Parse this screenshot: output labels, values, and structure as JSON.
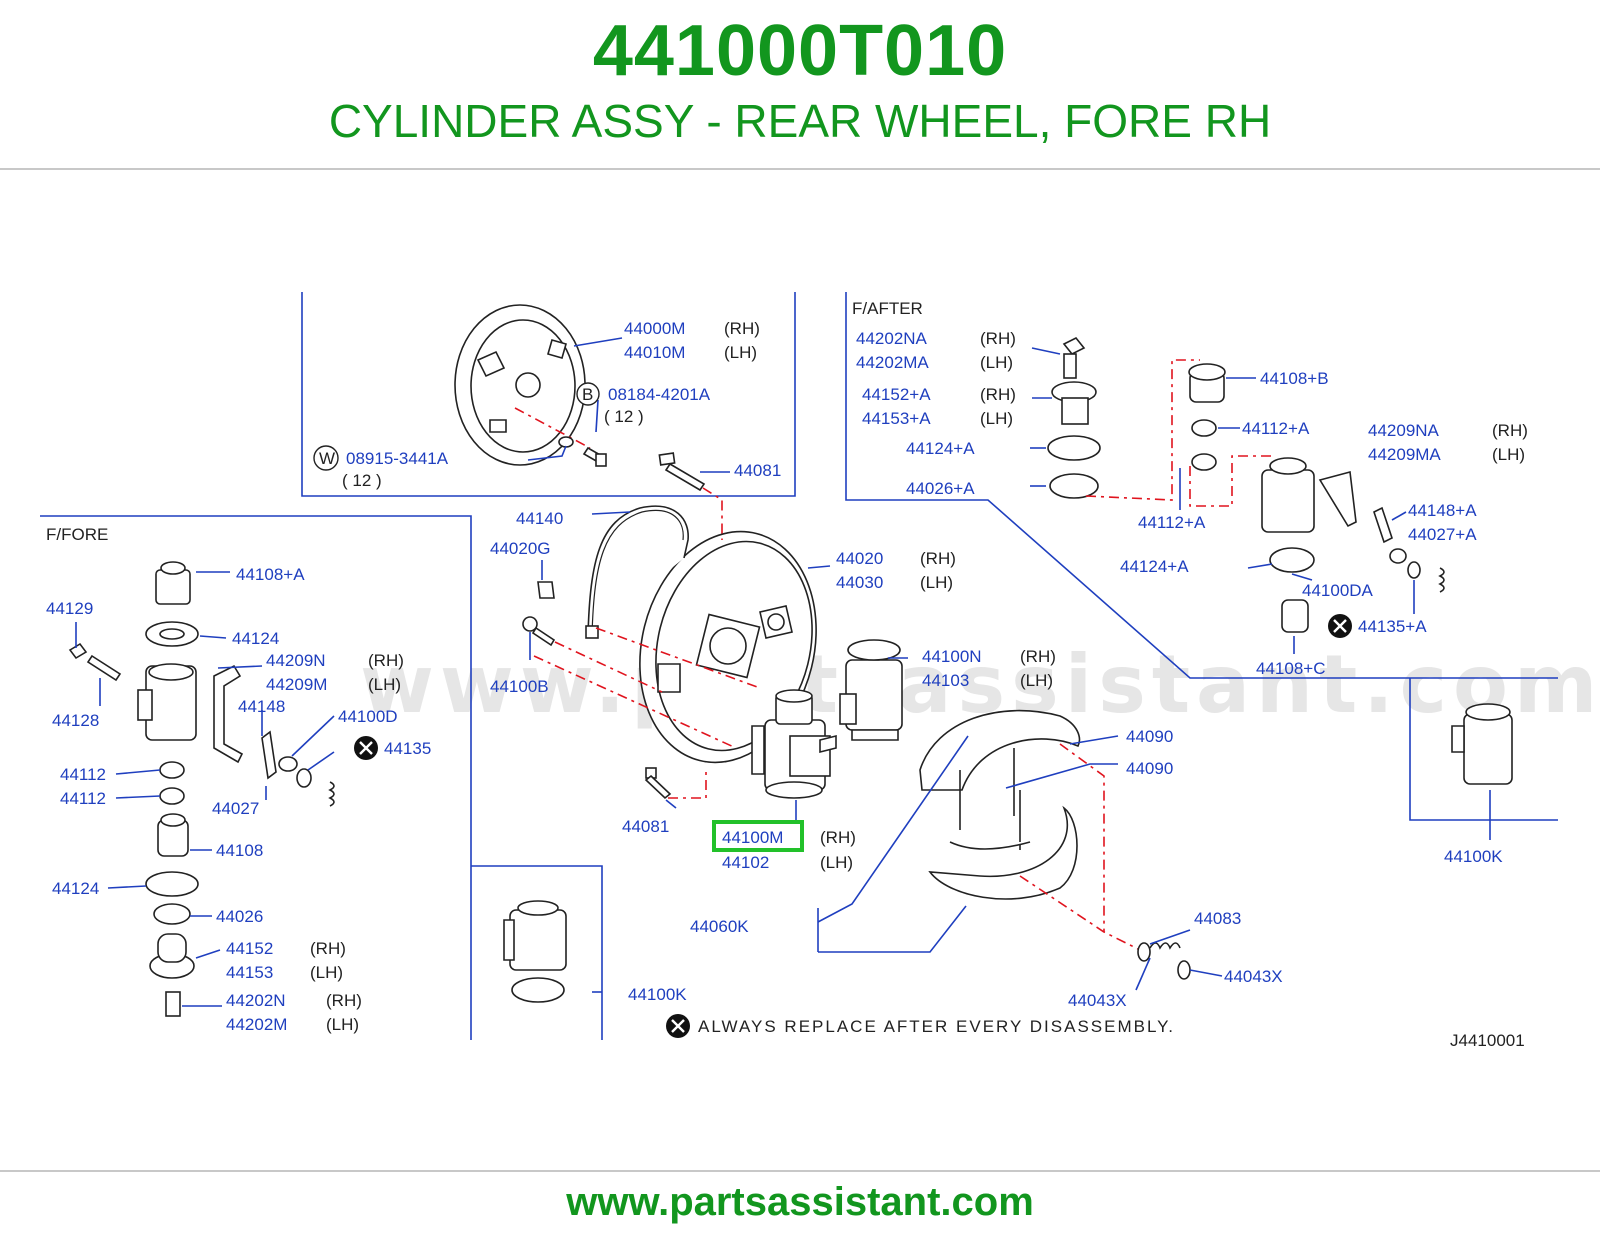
{
  "header": {
    "part_number": "441000T010",
    "description": "CYLINDER ASSY - REAR WHEEL, FORE RH"
  },
  "footer": {
    "url": "www.partsassistant.com"
  },
  "watermark": "www.partsassistant.com",
  "colors": {
    "brand_green": "#12961e",
    "label_blue": "#1f3fbf",
    "leader_red": "#e0141e",
    "highlight_green": "#22c12a"
  },
  "diagram": {
    "code": "J4410001",
    "note": "ALWAYS REPLACE AFTER EVERY DISASSEMBLY.",
    "sections": {
      "fore": "F/FORE",
      "after": "F/AFTER"
    },
    "highlight": "44100M",
    "callouts": {
      "c44000M": "44000M",
      "c44000M_side": "(RH)",
      "c44010M": "44010M",
      "c44010M_side": "(LH)",
      "c08184": "08184-4201A",
      "c08184_qty": "( 12 )",
      "c08184_mark": "B",
      "c08915": "08915-3441A",
      "c08915_qty": "( 12 )",
      "c08915_mark": "W",
      "c44081a": "44081",
      "c44140": "44140",
      "c44020G": "44020G",
      "c44020": "44020",
      "c44020_side": "(RH)",
      "c44030": "44030",
      "c44030_side": "(LH)",
      "c44100B": "44100B",
      "c44100N": "44100N",
      "c44100N_side": "(RH)",
      "c44103": "44103",
      "c44103_side": "(LH)",
      "c44081b": "44081",
      "c44100M": "44100M",
      "c44100M_side": "(RH)",
      "c44102": "44102",
      "c44102_side": "(LH)",
      "c44090a": "44090",
      "c44090b": "44090",
      "c44060K": "44060K",
      "c44083": "44083",
      "c44043Xa": "44043X",
      "c44043Xb": "44043X",
      "c44100Kc": "44100K",
      "c44108A": "44108+A",
      "c44129": "44129",
      "c44124": "44124",
      "c44209N": "44209N",
      "c44209N_side": "(RH)",
      "c44209M": "44209M",
      "c44209M_side": "(LH)",
      "c44148": "44148",
      "c44128": "44128",
      "c44100D": "44100D",
      "c44135": "44135",
      "c44112a": "44112",
      "c44112b": "44112",
      "c44027": "44027",
      "c44108": "44108",
      "c44124b": "44124",
      "c44026": "44026",
      "c44152": "44152",
      "c44152_side": "(RH)",
      "c44153": "44153",
      "c44153_side": "(LH)",
      "c44202N": "44202N",
      "c44202N_side": "(RH)",
      "c44202M": "44202M",
      "c44202M_side": "(LH)",
      "c44202NA": "44202NA",
      "c44202NA_side": "(RH)",
      "c44202MA": "44202MA",
      "c44202MA_side": "(LH)",
      "c44152A": "44152+A",
      "c44152A_side": "(RH)",
      "c44153A": "44153+A",
      "c44153A_side": "(LH)",
      "c44124A": "44124+A",
      "c44026A": "44026+A",
      "c44108B": "44108+B",
      "c44112Aa": "44112+A",
      "c44112Ab": "44112+A",
      "c44209NA": "44209NA",
      "c44209NA_side": "(RH)",
      "c44209MA": "44209MA",
      "c44209MA_side": "(LH)",
      "c44148A": "44148+A",
      "c44027A": "44027+A",
      "c44124Ab": "44124+A",
      "c44100DA": "44100DA",
      "c44135A": "44135+A",
      "c44108C": "44108+C",
      "c44100Kr": "44100K"
    }
  }
}
